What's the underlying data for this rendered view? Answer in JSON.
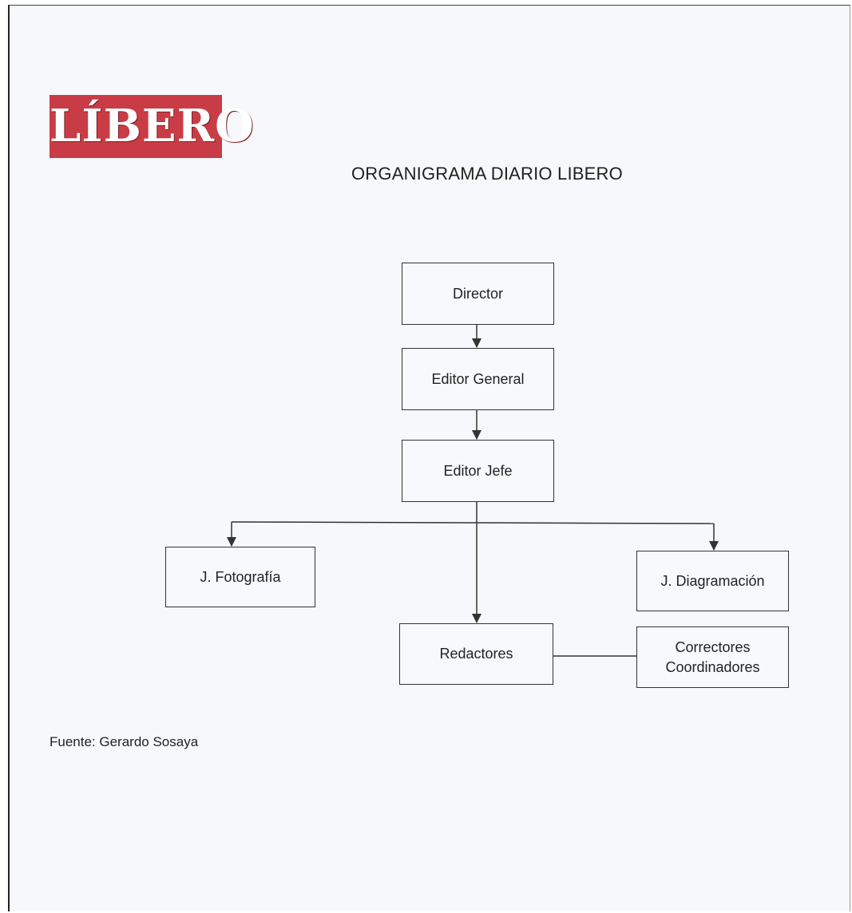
{
  "logo": {
    "text": "LÍBERO",
    "color": "#c93c46"
  },
  "title": "ORGANIGRAMA DIARIO LIBERO",
  "nodes": {
    "director": "Director",
    "editor_general": "Editor General",
    "editor_jefe": "Editor Jefe",
    "fotografia": "J. Fotografía",
    "diagramacion": "J. Diagramación",
    "redactores": "Redactores",
    "correctores_line1": "Correctores",
    "correctores_line2": "Coordinadores"
  },
  "source": "Fuente: Gerardo Sosaya"
}
